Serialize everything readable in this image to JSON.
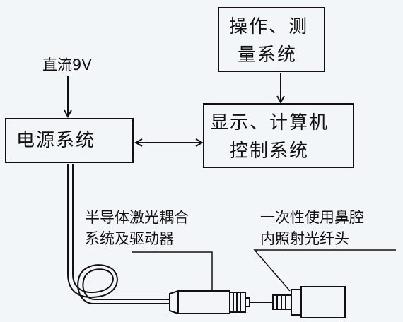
{
  "input_label": "直流9V",
  "boxes": {
    "operation": {
      "line1": "操作、测",
      "line2": "量系统"
    },
    "display": {
      "line1": "显示、计算机",
      "line2": "控制系统"
    },
    "power": {
      "label": "电源系统"
    }
  },
  "labels": {
    "laser": {
      "line1": "半导体激光耦合",
      "line2": "系统及驱动器"
    },
    "fiber": {
      "line1": "一次性使用鼻腔",
      "line2": "内照射光纤头"
    }
  }
}
